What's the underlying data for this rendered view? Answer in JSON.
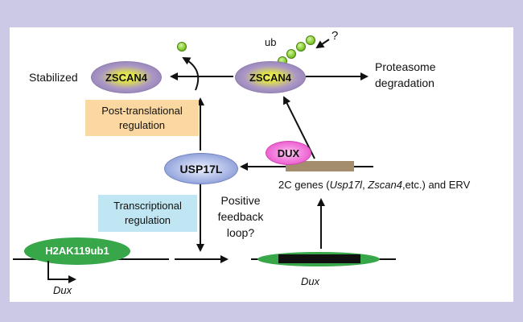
{
  "diagram": {
    "stabilized": "Stabilized",
    "zscan4": "ZSCAN4",
    "ub": "ub",
    "question": "?",
    "proteasome": [
      "Proteasome",
      "degradation"
    ],
    "post_box": [
      "Post-translational",
      "regulation"
    ],
    "usp17l": "USP17L",
    "dux_protein": "DUX",
    "genes": {
      "prefix": "2C genes (",
      "gene1": "Usp17l",
      "sep": ", ",
      "gene2": "Zscan4",
      "suffix": ",etc.) and ERV"
    },
    "trans_box": [
      "Transcriptional",
      "regulation"
    ],
    "feedback": [
      "Positive",
      "feedback",
      "loop?"
    ],
    "h2ak119ub1": "H2AK119ub1",
    "dux_gene": "Dux"
  },
  "colors": {
    "frame": "#ccc9e6",
    "zscan4_purple": "#9c8abc",
    "zscan4_glow": "#e9ea54",
    "usp17l_blue": "#a2b1e0",
    "dux_pink": "#ef6ad3",
    "post_box_bg": "#fbd8a1",
    "trans_box_bg": "#bfe6f2",
    "h2a_green": "#38a74a",
    "gene_bar_brown": "#a38d6d",
    "ubiquitin_green": "#8ed23e",
    "arrow_black": "#111111"
  }
}
